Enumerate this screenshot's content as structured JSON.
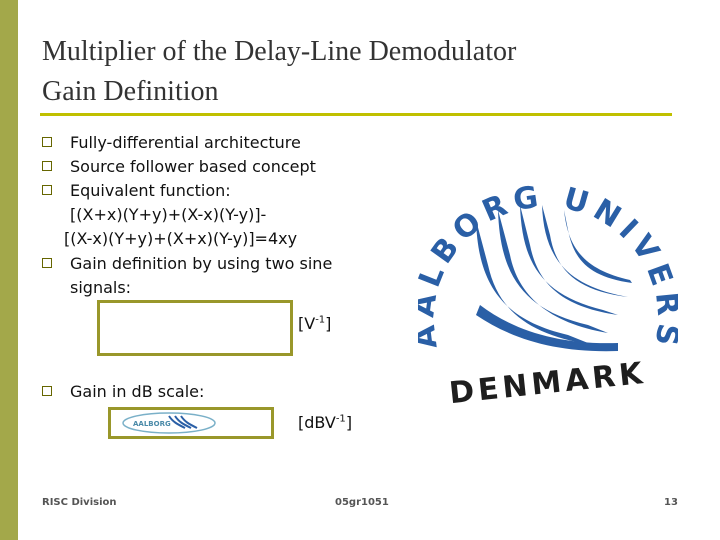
{
  "slide": {
    "title_line1": "Multiplier of the Delay-Line Demodulator",
    "title_line2": "Gain Definition",
    "bullets": [
      "Fully-differential architecture",
      "Source follower based concept",
      "Equivalent function:",
      "[(X+x)(Y+y)+(X-x)(Y-y)]-",
      "[(X-x)(Y+y)+(X+x)(Y-y)]=4xy",
      "Gain definition by using two sine",
      "signals:",
      "Gain in dB scale:"
    ],
    "unit1_base": "[V",
    "unit1_exp": "-1",
    "unit1_close": "]",
    "unit2_base": "[dBV",
    "unit2_exp": "-1",
    "unit2_close": "]"
  },
  "logo": {
    "arc_text": "AALBORG UNIVERSITY",
    "bottom_text": "DENMARK"
  },
  "footer": {
    "left": "RISC Division",
    "center": "05gr1051",
    "page": "13"
  },
  "colors": {
    "accent": "#a3a84a",
    "rule": "#c0c000",
    "box_border": "#99972a",
    "logo_blue": "#2a5fa6"
  }
}
